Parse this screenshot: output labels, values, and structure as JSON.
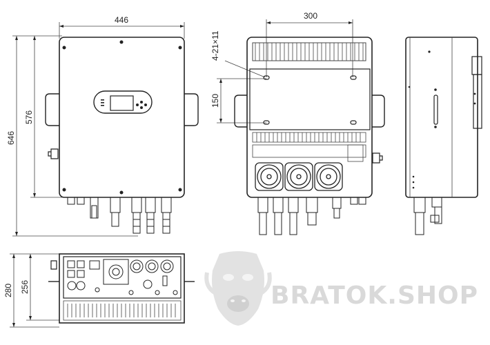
{
  "dimensions": {
    "front_width": "446",
    "front_height_outer": "646",
    "front_height_inner": "576",
    "back_hole_spacing": "300",
    "back_hole_spec": "4-21×11",
    "back_vertical_spacing": "150",
    "bottom_depth_outer": "280",
    "bottom_depth_inner": "256"
  },
  "watermark": {
    "text": "BRATOK.SHOP"
  },
  "colors": {
    "line": "#222222",
    "watermark": "#d9d9d9"
  }
}
